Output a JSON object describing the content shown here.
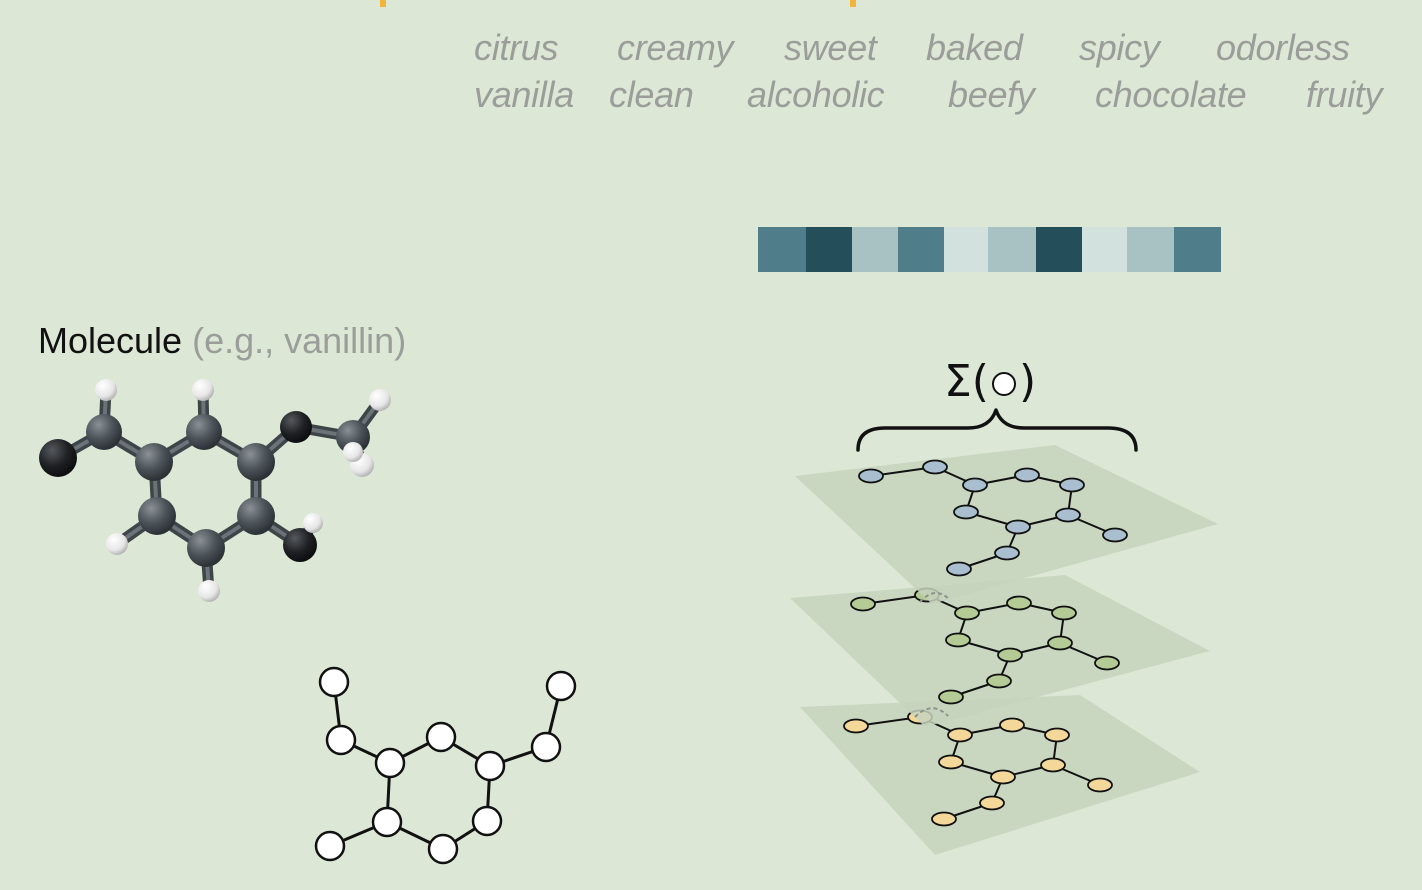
{
  "odor_words": {
    "row1": [
      "citrus",
      "creamy",
      "sweet",
      "baked",
      "spicy",
      "odorless"
    ],
    "row2": [
      "vanilla",
      "clean",
      "alcoholic",
      "beefy",
      "chocolate",
      "fruity"
    ]
  },
  "embedding_colors": [
    "#4f7e8a",
    "#244e5a",
    "#a8c2c4",
    "#4f7e8a",
    "#d3e1de",
    "#a8c2c4",
    "#244e5a",
    "#d3e1de",
    "#a8c2c4",
    "#4f7e8a"
  ],
  "molecule": {
    "title": "Molecule",
    "example": "(e.g., vanillin)"
  },
  "aggregation": {
    "label": "Σ("
  },
  "layer_node_colors": [
    "#a9bfcf",
    "#b4cb95",
    "#f4d89a"
  ],
  "colors": {
    "background": "#dce8d5",
    "accent_orange": "#f2b53b",
    "atom_carbon": "#4a5056",
    "atom_oxygen": "#1c1e21",
    "atom_hydrogen": "#f2f2f2"
  }
}
